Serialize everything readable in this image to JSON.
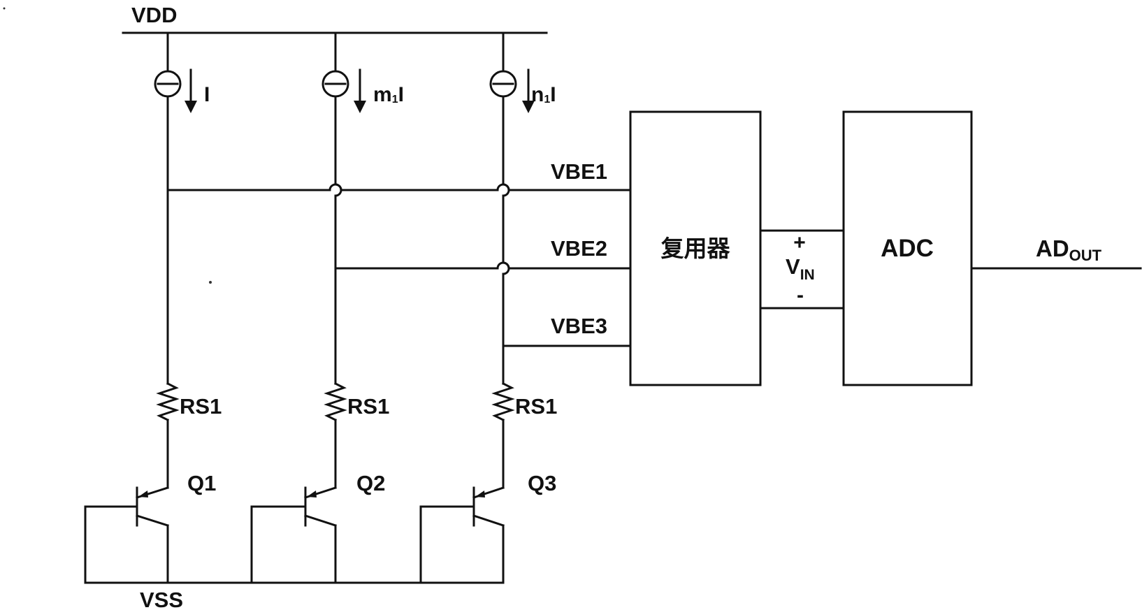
{
  "rails": {
    "vdd": "VDD",
    "vss": "VSS"
  },
  "currents": {
    "c1": "I",
    "c2_pre": "m",
    "c2_sub": "1",
    "c2_post": "I",
    "c3_pre": "n",
    "c3_sub": "1",
    "c3_post": "I"
  },
  "resistors": {
    "r1": "RS1",
    "r2": "RS1",
    "r3": "RS1"
  },
  "transistors": {
    "q1": "Q1",
    "q2": "Q2",
    "q3": "Q3"
  },
  "signals": {
    "vbe1": "VBE1",
    "vbe2": "VBE2",
    "vbe3": "VBE3"
  },
  "mux": {
    "label": "复用器"
  },
  "vin": {
    "plus": "+",
    "base": "V",
    "sub": "IN",
    "minus": "-"
  },
  "adc": {
    "label": "ADC"
  },
  "output": {
    "base": "AD",
    "sub": "OUT"
  }
}
